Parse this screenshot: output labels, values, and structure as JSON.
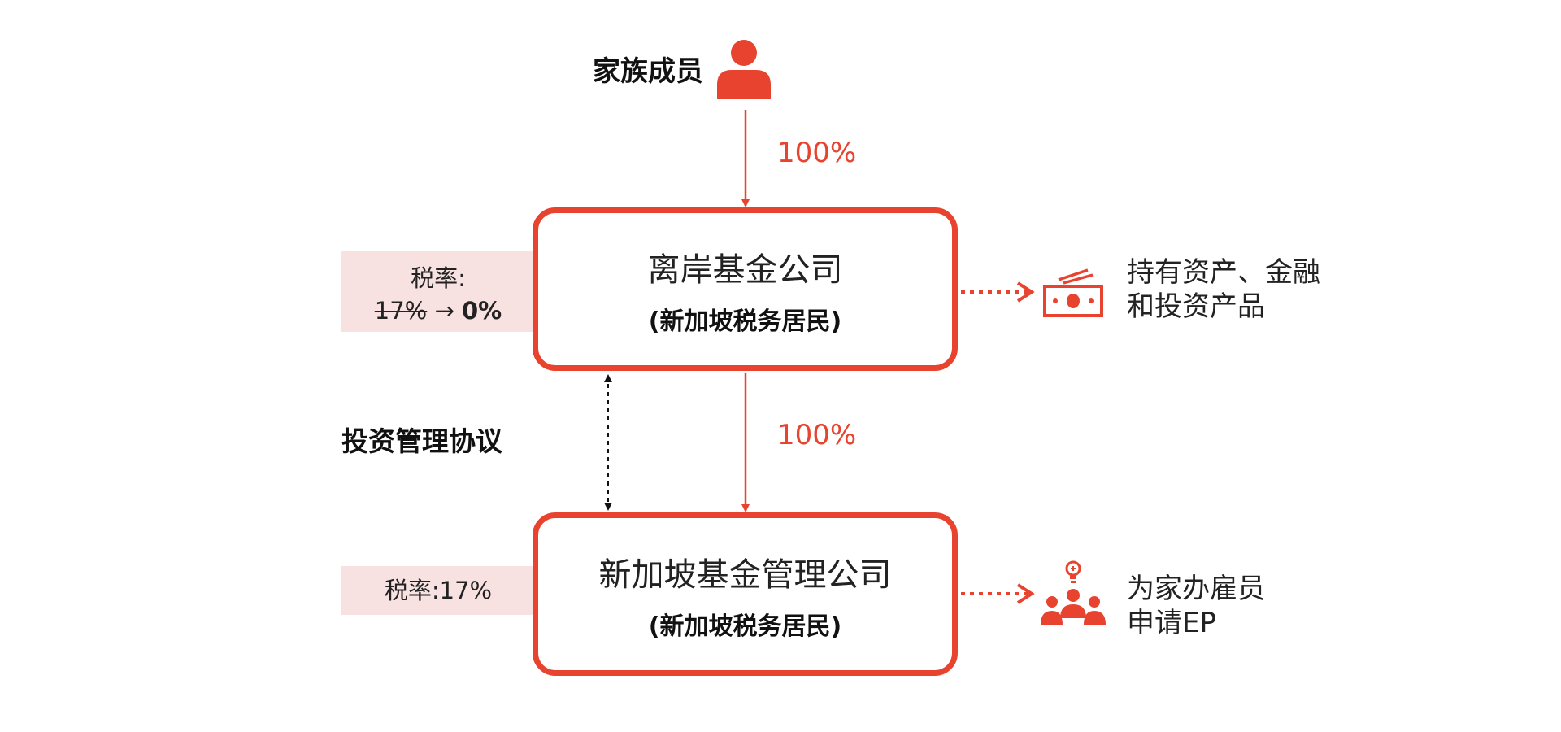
{
  "family": {
    "label": "家族成员",
    "icon": "person-icon"
  },
  "ownership": {
    "top_pct": "100%",
    "mid_pct": "100%"
  },
  "offshore": {
    "title": "离岸基金公司",
    "subtitle": "(新加坡税务居民)",
    "tax_label": "税率:",
    "tax_old": "17%",
    "tax_arrow": "→",
    "tax_new": "0%",
    "holds_line1": "持有资产、金融",
    "holds_line2": "和投资产品",
    "holds_icon": "money-icon"
  },
  "management": {
    "title": "新加坡基金管理公司",
    "subtitle": "(新加坡税务居民)",
    "tax_text": "税率:17%",
    "ep_line1": "为家办雇员",
    "ep_line2": "申请EP",
    "ep_icon": "team-idea-icon"
  },
  "agreement": {
    "label": "投资管理协议"
  },
  "colors": {
    "accent": "#e8432f",
    "tax_bg": "#f8e1e1",
    "dashed_black": "#111111"
  }
}
